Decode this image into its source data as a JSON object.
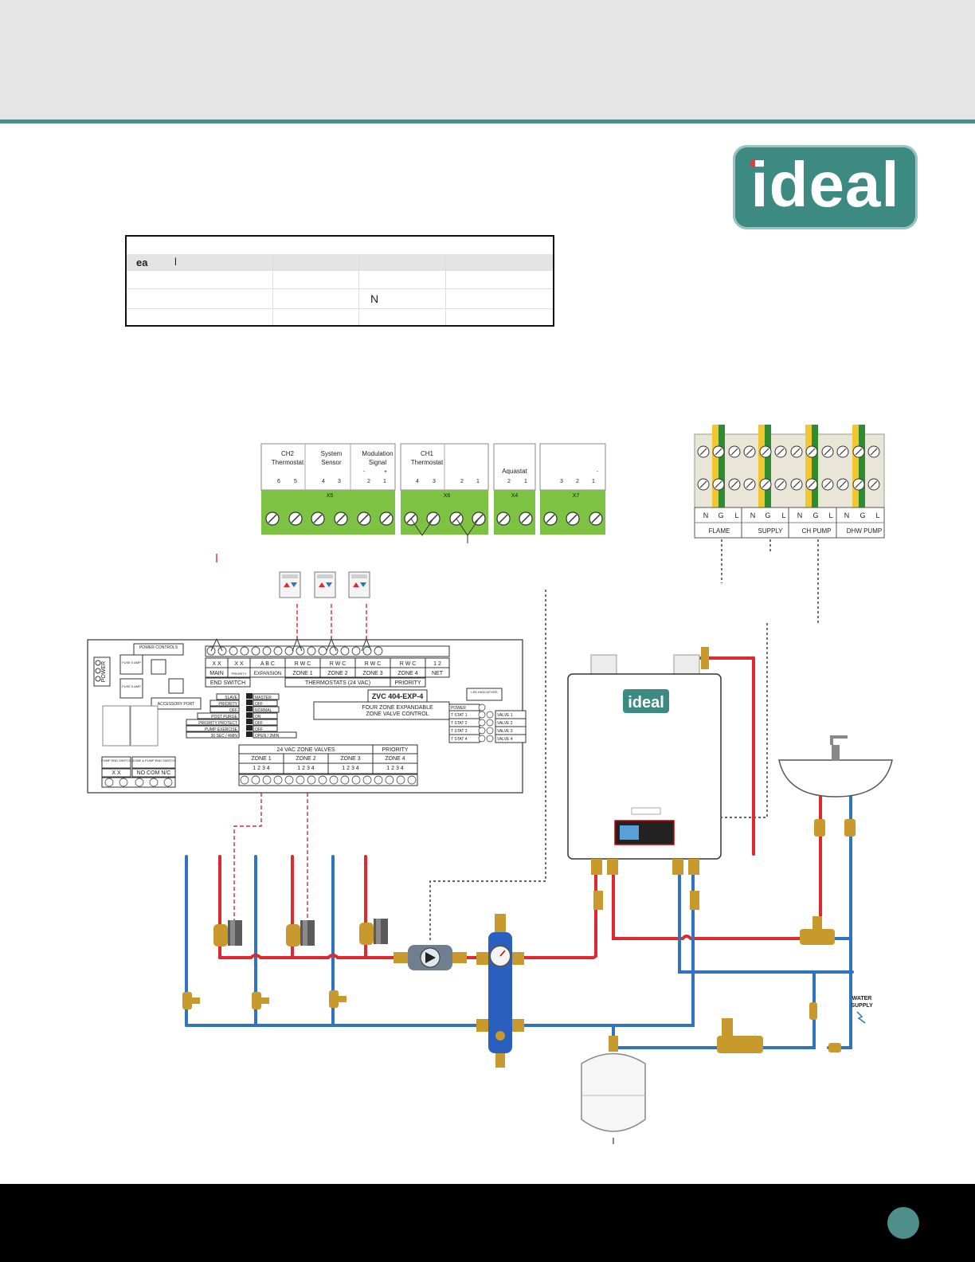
{
  "logo": {
    "text": "ideal"
  },
  "table": {
    "header_cell": "ea",
    "header_mark": "l",
    "row2_value": "N"
  },
  "x5": {
    "block": "X5",
    "labels": [
      {
        "l1": "CH2",
        "l2": "Thermostat"
      },
      {
        "l1": "System",
        "l2": "Sensor"
      },
      {
        "l1": "Modulation",
        "l2": "Signal"
      }
    ],
    "polarity": [
      "-",
      "+"
    ],
    "pins": [
      "6",
      "5",
      "4",
      "3",
      "2",
      "1"
    ]
  },
  "x6": {
    "block": "X6",
    "l1": "CH1",
    "l2": "Thermostat",
    "pins": [
      "4",
      "3",
      "2",
      "1"
    ]
  },
  "x4": {
    "block": "X4",
    "label": "Aquastat",
    "pins": [
      "2",
      "1"
    ]
  },
  "x7": {
    "block": "X7",
    "mark": "-",
    "pins": [
      "3",
      "2",
      "1"
    ]
  },
  "power_terminal": {
    "letters": [
      "N",
      "G",
      "L",
      "N",
      "G",
      "L",
      "N",
      "G",
      "L",
      "N",
      "G",
      "L"
    ],
    "groups": [
      "FLAME",
      "SUPPLY",
      "CH PUMP",
      "DHW PUMP"
    ]
  },
  "zone_panel": {
    "title": "ZVC 404-EXP-4",
    "subtitle1": "FOUR ZONE EXPANDABLE",
    "subtitle2": "ZONE VALVE CONTROL",
    "power_controls": "POWER CONTROLS",
    "accessory_port": "ACCESSORY PORT",
    "led_indicators": "LED INDICATORS",
    "power_side": "POWER",
    "fuse": "FUSE 5 AMP",
    "top_terms": [
      "X X",
      "X X",
      "A B C",
      "R W C",
      "R W C",
      "R W C",
      "R W C",
      "1 2"
    ],
    "top_names": [
      "MAIN",
      "PRIORITY",
      "EXPANSION",
      "ZONE 1",
      "ZONE 2",
      "ZONE 3",
      "ZONE 4",
      "NET"
    ],
    "endswitch": "END SWITCH",
    "thermostats": "THERMOSTATS (24 VAC)",
    "priority": "PRIORITY",
    "dip_left": [
      "SLAVE",
      "PRIORITY",
      "OFF",
      "POST PURGE",
      "PRIORITY PROTECT",
      "PUMP EXERCISE",
      "30 SEC / 4MIN"
    ],
    "dip_right": [
      "MASTER",
      "OFF",
      "NORMAL",
      "ON",
      "OFF",
      "OFF",
      "OPEN / 2MIN"
    ],
    "tstats": [
      "T STAT 1",
      "T STAT 2",
      "T STAT 3",
      "T STAT 4"
    ],
    "valves": [
      "VALVE 1",
      "VALVE 2",
      "VALVE 3",
      "VALVE 4"
    ],
    "power_led": "POWER",
    "valves_title": "24 VAC ZONE VALVES",
    "valves_priority": "PRIORITY",
    "valve_zones": [
      "ZONE 1",
      "ZONE 2",
      "ZONE 3",
      "ZONE 4"
    ],
    "valve_pins": "1 2 3 4",
    "pump_switch": "PUMP END SWITCH",
    "zone_pump": "ZONE & PUMP END SWITCH",
    "pump_xx": "X X",
    "pump_nc": "NO COM N/C"
  },
  "boiler": {
    "brand": "ideal",
    "model_badge": "ideal"
  },
  "water_supply": {
    "l1": "WATER",
    "l2": "SUPPLY"
  },
  "colors": {
    "teal": "#3d8a82",
    "hot": "#e0292d",
    "cold": "#2f73c1",
    "brass": "#c89a2e",
    "terminal_green": "#7dc242"
  }
}
